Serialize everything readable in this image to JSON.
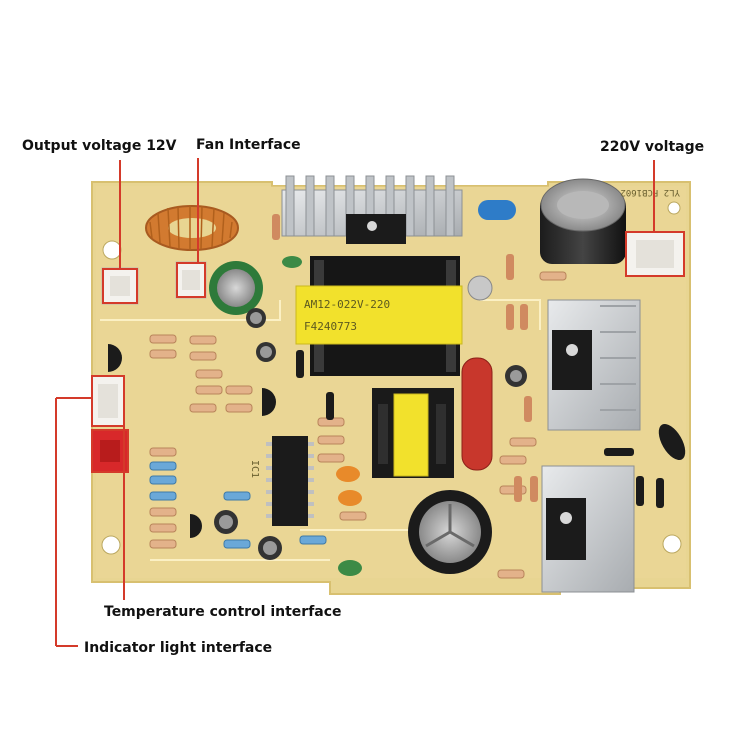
{
  "callouts": {
    "output_voltage": "Output voltage 12V",
    "fan_interface": "Fan Interface",
    "voltage_220v": "220V voltage",
    "temperature_control": "Temperature control interface",
    "indicator_light": "Indicator light interface"
  },
  "board_markings": {
    "transformer_top": "AM12-022V-220",
    "transformer_bottom": "F4240773",
    "ic_label": "IC1",
    "edge_code": "YL2 PCB1602"
  },
  "colors": {
    "pcb": "#e8d592",
    "pcb_edge": "#d8c070",
    "callout_line": "#d43a2a",
    "connector_red": "#d8282a",
    "transformer": "#f2e12c",
    "heatsink": "#cfd2d4"
  }
}
